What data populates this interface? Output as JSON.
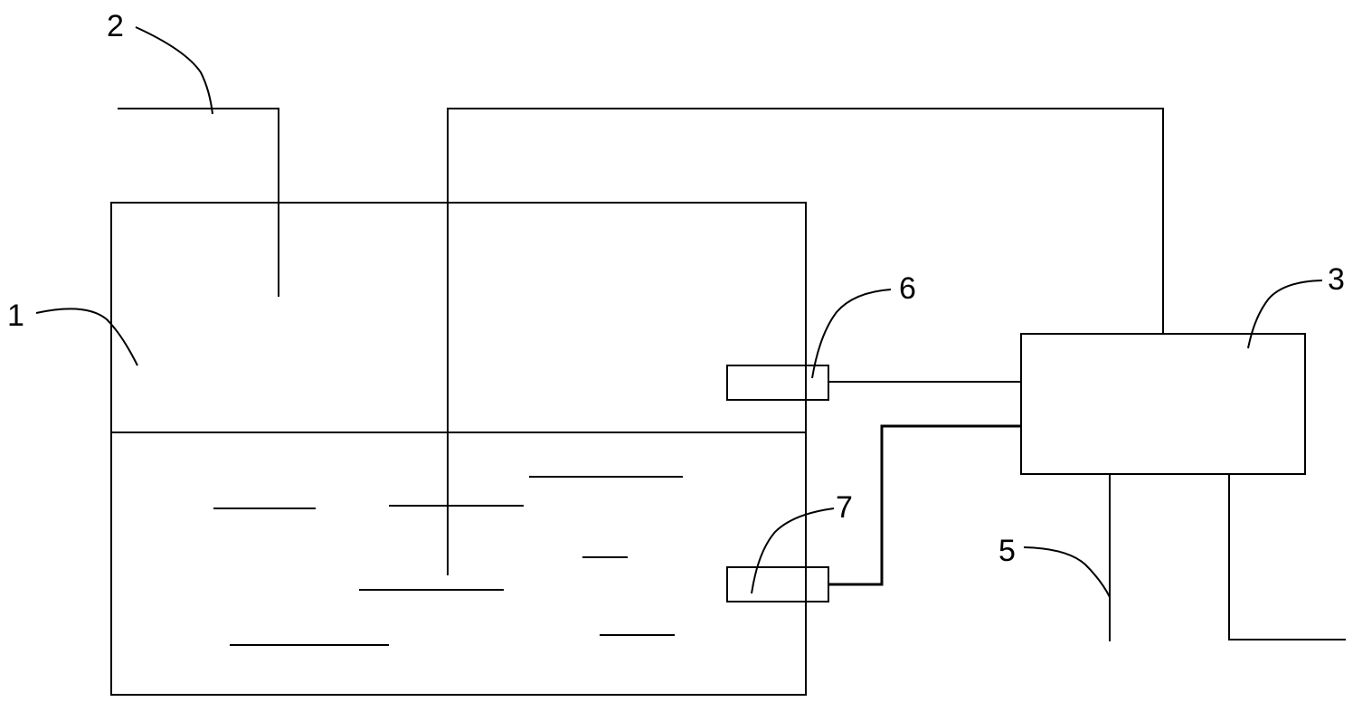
{
  "labels": {
    "tank": "1",
    "inlet_pipe": "2",
    "controller": "3",
    "outlet_pipe": "5",
    "upper_sensor": "6",
    "lower_sensor": "7"
  },
  "colors": {
    "line": "#000000",
    "background": "#ffffff"
  }
}
